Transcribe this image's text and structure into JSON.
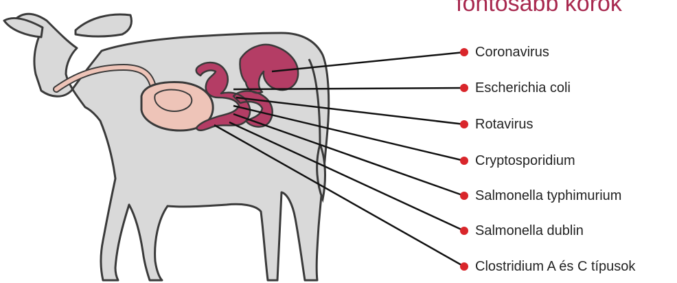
{
  "diagram": {
    "title": "fontosabb kórok",
    "pathogens": [
      {
        "label": "Coronavirus"
      },
      {
        "label": "Escherichia coli"
      },
      {
        "label": "Rotavirus"
      },
      {
        "label": "Cryptosporidium"
      },
      {
        "label": "Salmonella typhimurium"
      },
      {
        "label": "Salmonella dublin"
      },
      {
        "label": "Clostridium A és C típusok"
      }
    ]
  },
  "colors": {
    "title": "#a8294f",
    "body_fill": "#d9d9d9",
    "body_outline": "#3a3a3a",
    "stomach_fill": "#eec4b8",
    "intestine_fill": "#b43d65",
    "dot": "#d9262b",
    "leader_line": "#111111"
  }
}
